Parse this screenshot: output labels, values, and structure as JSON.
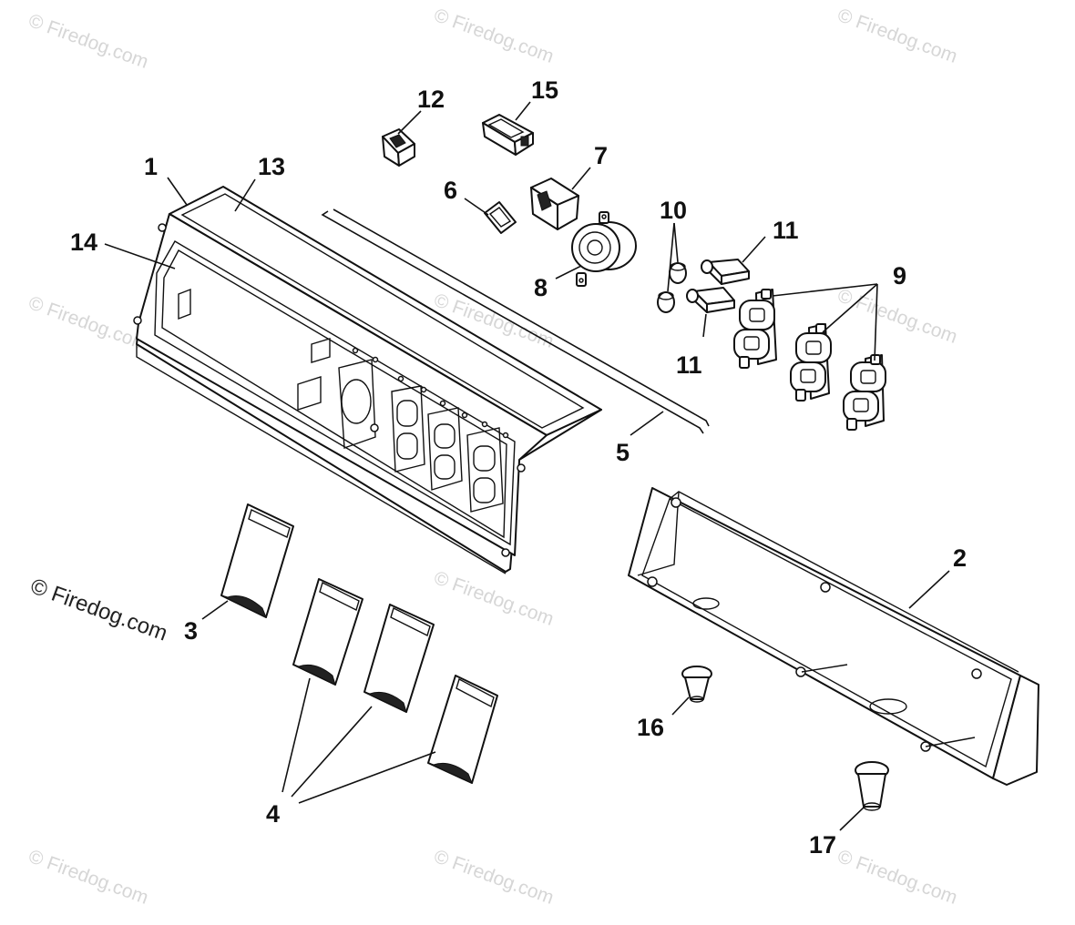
{
  "watermark": {
    "text": "© Firedog.com"
  },
  "copyright": {
    "text": "© Firedog.com"
  },
  "callouts": {
    "c1": "1",
    "c2": "2",
    "c3": "3",
    "c4": "4",
    "c5": "5",
    "c6": "6",
    "c7": "7",
    "c8": "8",
    "c9": "9",
    "c10": "10",
    "c11a": "11",
    "c11b": "11",
    "c12": "12",
    "c13": "13",
    "c14": "14",
    "c15": "15",
    "c16": "16",
    "c17": "17"
  },
  "colors": {
    "line": "#111111",
    "watermark": "#d6d6d6",
    "background": "#ffffff"
  }
}
